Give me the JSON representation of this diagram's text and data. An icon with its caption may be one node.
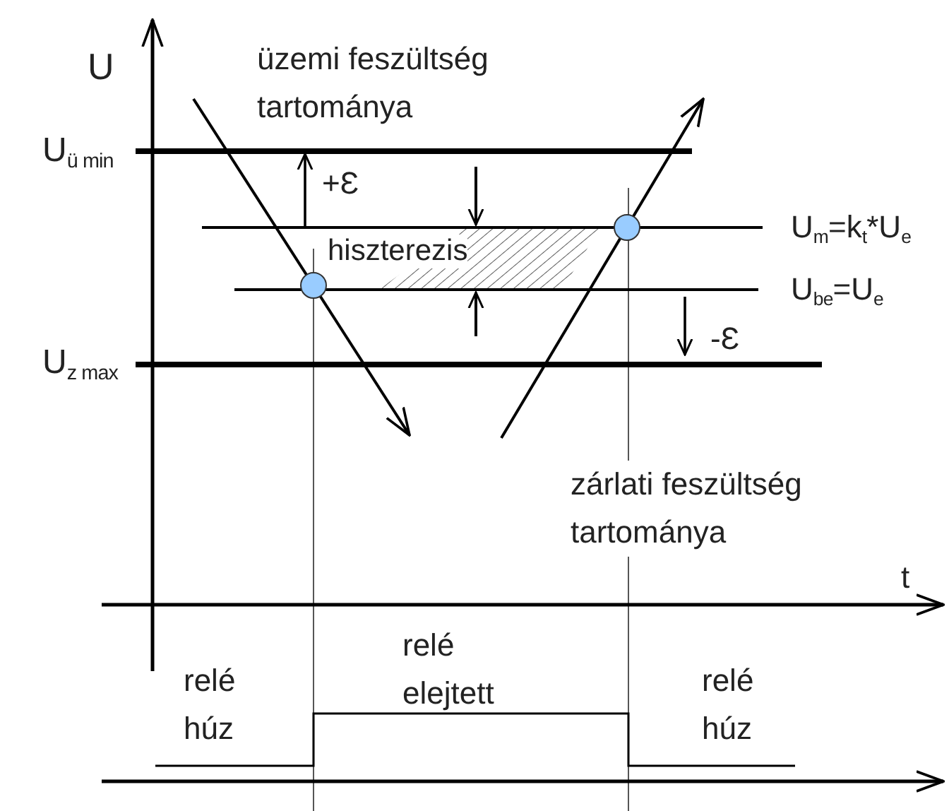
{
  "diagram": {
    "labels": [
      "U",
      "üzemi feszültség tartománya",
      "U$_{ü min}$",
      "+Ɛ",
      "hiszterezis",
      "U$_{m}$=k$_{t}$*U$_{e}$",
      "U$_{be}$=U$_{e}$",
      "-Ɛ",
      "U$_{z max}$",
      "zárlati feszültség tartománya",
      "t",
      "relé elejtett",
      "relé húz",
      "relé húz"
    ]
  }
}
